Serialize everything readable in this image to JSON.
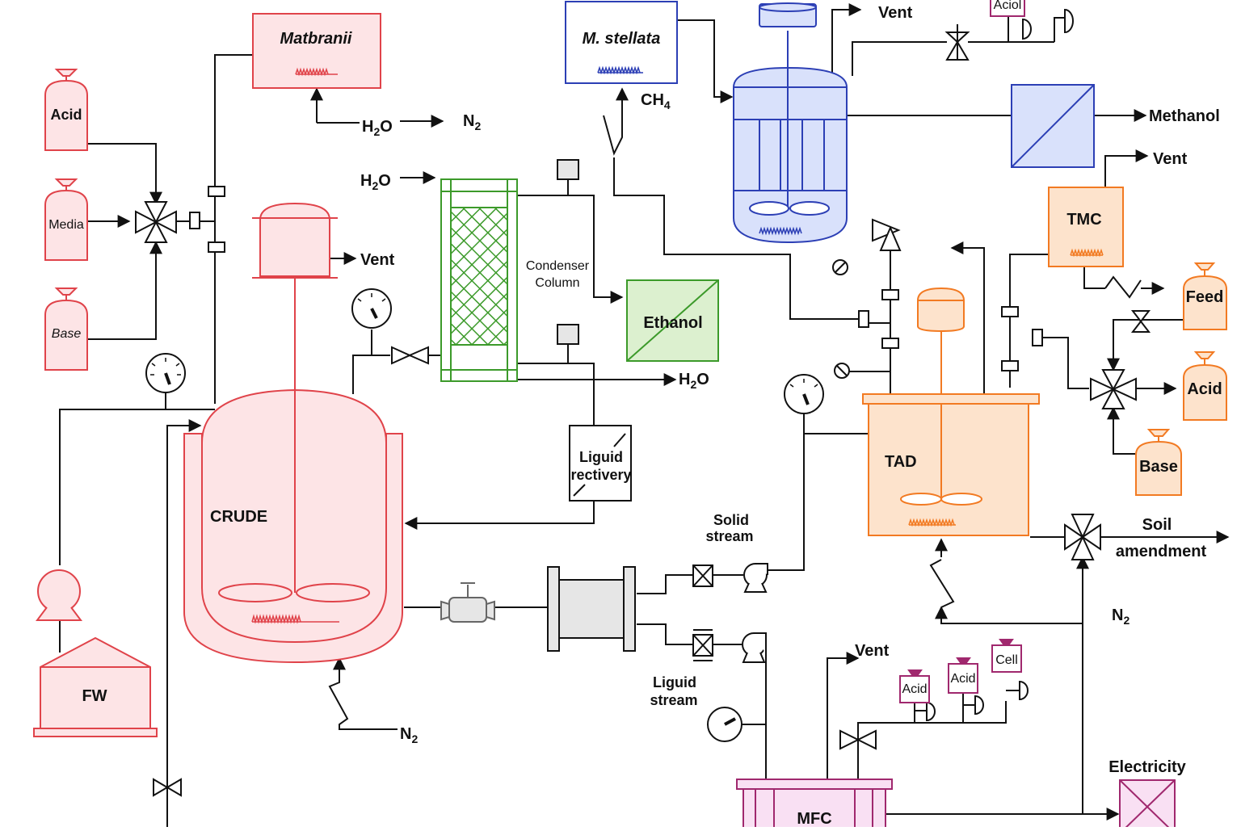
{
  "colors": {
    "red_stroke": "#e0434a",
    "red_fill": "#fde4e6",
    "blue_stroke": "#2c3fb5",
    "blue_fill": "#d9e1fb",
    "orange_stroke": "#f27a22",
    "orange_fill": "#fde3cc",
    "green_stroke": "#3c9a2a",
    "green_fill": "#dcf0cf",
    "purple_stroke": "#a0286e",
    "purple_fill": "#f9e0f3",
    "line": "#111111",
    "gray_fill": "#e6e6e6"
  },
  "left": {
    "matbranii": "Matbranii",
    "h2o": "H",
    "h2o_sub": "2",
    "h2o_o": "O",
    "n2": "N",
    "n2_sub": "2",
    "acid": "Acid",
    "media": "Media",
    "base": "Base",
    "vent": "Vent",
    "crude": "CRUDE",
    "fw": "FW",
    "n2_bottom": "N",
    "n2_bottom_sub": "2"
  },
  "center": {
    "m_stellata": "M. stellata",
    "ch4": "CH",
    "ch4_sub": "4",
    "h2o_in": "H",
    "h2o_in_sub": "2",
    "h2o_in_o": "O",
    "condenser_1": "Condenser",
    "condenser_2": "Column",
    "ethanol": "Ethanol",
    "h2o_out": "H",
    "h2o_out_sub": "2",
    "h2o_out_o": "O",
    "liquid_recovery_1": "Liguid",
    "liquid_recovery_2": "rectivery",
    "solid_1": "Solid",
    "solid_2": "stream",
    "liquid_1": "Liguid",
    "liquid_2": "stream"
  },
  "right": {
    "vent_top": "Vent",
    "aciol": "Aciol",
    "methanol": "Methanol",
    "vent_tmc": "Vent",
    "tmc": "TMC",
    "feed": "Feed",
    "acid": "Acid",
    "base": "Base",
    "tad": "TAD",
    "soil_1": "Soil",
    "soil_2": "amendment",
    "n2": "N",
    "n2_sub": "2",
    "vent_mfc": "Vent",
    "acid_a": "Acid",
    "acid_b": "Acid",
    "cell": "Cell",
    "electricity": "Electricity",
    "mfc": "MFC"
  }
}
